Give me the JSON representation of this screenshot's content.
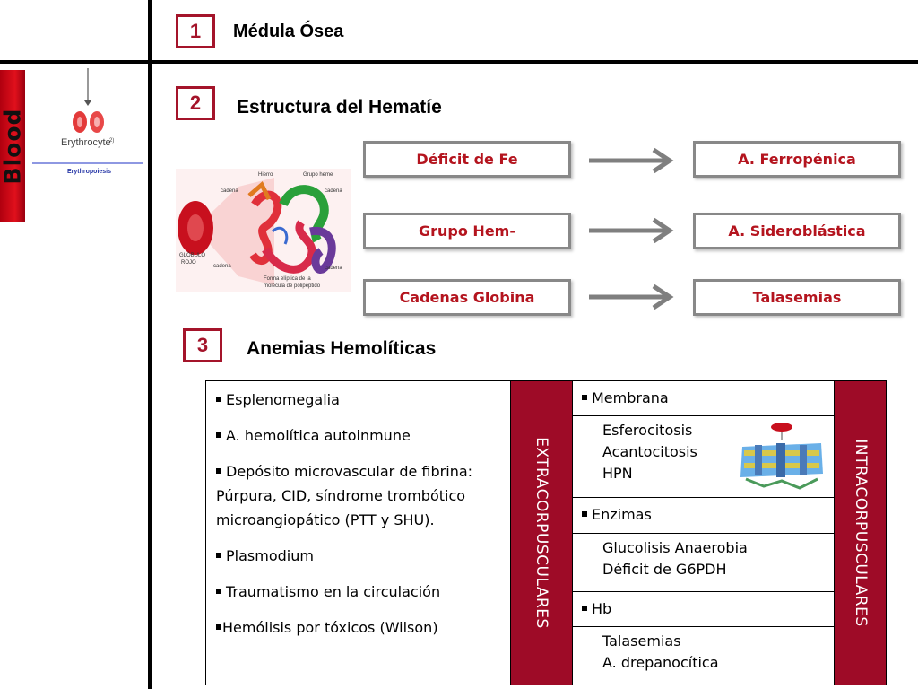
{
  "sections": {
    "s1": {
      "number": "1",
      "title": "Médula Ósea"
    },
    "s2": {
      "number": "2",
      "title": "Estructura del Hematíe"
    },
    "s3": {
      "number": "3",
      "title": "Anemias Hemolíticas"
    }
  },
  "sidebar": {
    "label": "Blood"
  },
  "erythrocyte_figure": {
    "label": "Erythrocyte",
    "superscript": "2)",
    "caption": "Erythropoiesis"
  },
  "hematie_figure": {
    "labels": {
      "hierro": "Hierro",
      "grupo_heme": "Grupo heme",
      "cadena_a1": "cadena",
      "cadena_b1": "cadena",
      "cadena_b2": "cadena",
      "cadena_a2": "cadena",
      "globulo": "GLÓBULO",
      "rojo": "ROJO",
      "forma1": "Forma elíptica de la",
      "forma2": "molécula de polipéptido"
    }
  },
  "flow": [
    {
      "cause": "Déficit de Fe",
      "result": "A. Ferropénica"
    },
    {
      "cause": "Grupo Hem-",
      "result": "A. Sideroblástica"
    },
    {
      "cause": "Cadenas Globina",
      "result": "Talasemias"
    }
  ],
  "colors": {
    "accent": "#a4142a",
    "flow_text": "#b4141e",
    "band": "#9e0b27",
    "sidebar": "#d4101a"
  },
  "table": {
    "extra_label": "EXTRACORPUSCULARES",
    "intra_label": "INTRACORPUSCULARES",
    "extra_items": [
      "Esplenomegalia",
      "A. hemolítica autoinmune",
      "Depósito microvascular de fibrina: Púrpura, CID, síndrome trombótico microangiopático (PTT y SHU).",
      "Plasmodium",
      "Traumatismo en la circulación",
      "Hemólisis por tóxicos (Wilson)"
    ],
    "intra_groups": [
      {
        "title": "Membrana",
        "lines": [
          "Esferocitosis",
          "Acantocitosis",
          "HPN"
        ]
      },
      {
        "title": "Enzimas",
        "lines": [
          "Glucolisis Anaerobia",
          "Déficit de G6PDH"
        ]
      },
      {
        "title": "Hb",
        "lines": [
          "Talasemias",
          "A. drepanocítica"
        ]
      }
    ]
  }
}
